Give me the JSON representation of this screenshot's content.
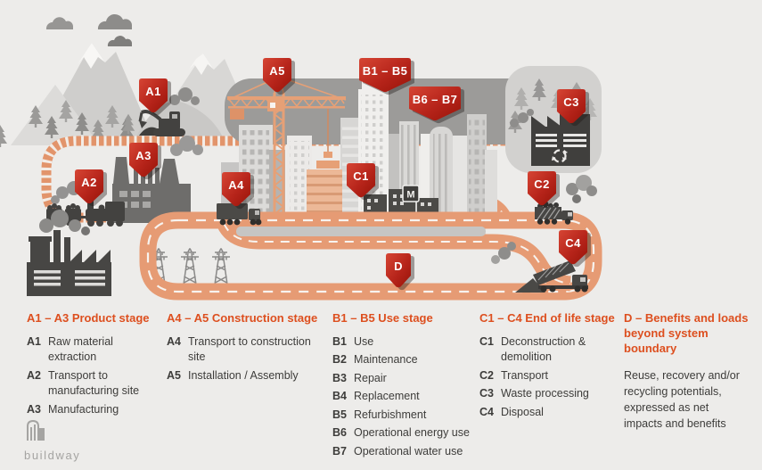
{
  "scene": {
    "markers": [
      {
        "id": "A1",
        "label": "A1"
      },
      {
        "id": "A2",
        "label": "A2"
      },
      {
        "id": "A3",
        "label": "A3"
      },
      {
        "id": "A4",
        "label": "A4"
      },
      {
        "id": "A5",
        "label": "A5"
      },
      {
        "id": "B1-B5",
        "label": "B1 – B5"
      },
      {
        "id": "B6-B7",
        "label": "B6 – B7"
      },
      {
        "id": "C1",
        "label": "C1"
      },
      {
        "id": "C2",
        "label": "C2"
      },
      {
        "id": "C3",
        "label": "C3"
      },
      {
        "id": "C4",
        "label": "C4"
      },
      {
        "id": "D",
        "label": "D"
      }
    ],
    "metro_sign_label": "M",
    "icons": [
      "mountains",
      "clouds",
      "pine-trees",
      "railway-track",
      "steam-train",
      "factory-a3",
      "dark-factory",
      "power-towers",
      "road-loop",
      "tower-crane",
      "city-skyline",
      "construction-building",
      "metro-sign",
      "excavator",
      "recycling-factory",
      "dump-truck",
      "tipping-truck",
      "flatbed-truck",
      "smoke-puffs",
      "dirt-pile"
    ]
  },
  "legend": {
    "columns": [
      {
        "heading": "A1 – A3 Product stage",
        "items": [
          {
            "code": "A1",
            "text": "Raw material extraction"
          },
          {
            "code": "A2",
            "text": "Transport to manufacturing site"
          },
          {
            "code": "A3",
            "text": "Manufacturing"
          }
        ]
      },
      {
        "heading": "A4 – A5 Construction stage",
        "items": [
          {
            "code": "A4",
            "text": "Transport to construction site"
          },
          {
            "code": "A5",
            "text": "Installation / Assembly"
          }
        ]
      },
      {
        "heading": "B1 – B5 Use stage",
        "items": [
          {
            "code": "B1",
            "text": "Use"
          },
          {
            "code": "B2",
            "text": "Maintenance"
          },
          {
            "code": "B3",
            "text": "Repair"
          },
          {
            "code": "B4",
            "text": "Replacement"
          },
          {
            "code": "B5",
            "text": "Refurbishment"
          },
          {
            "code": "B6",
            "text": "Operational energy use"
          },
          {
            "code": "B7",
            "text": "Operational water use"
          }
        ]
      },
      {
        "heading": "C1 – C4 End of life stage",
        "items": [
          {
            "code": "C1",
            "text": "Deconstruction & demolition"
          },
          {
            "code": "C2",
            "text": "Transport"
          },
          {
            "code": "C3",
            "text": "Waste processing"
          },
          {
            "code": "C4",
            "text": "Disposal"
          }
        ]
      },
      {
        "heading": "D – Benefits and loads beyond system boundary",
        "items": [],
        "paragraph": "Reuse, recovery and/or recycling potentials, expressed as net impacts and benefits"
      }
    ]
  },
  "branding": {
    "logo_text": "buildway"
  },
  "colors": {
    "accent": "#dd4f1f",
    "marker_red": "#c0271a",
    "road_salmon": "#e69b74",
    "ink": "#3d3c3a",
    "background": "#edecea",
    "band_gray": "#9c9b99",
    "dark_icon": "#474644"
  }
}
